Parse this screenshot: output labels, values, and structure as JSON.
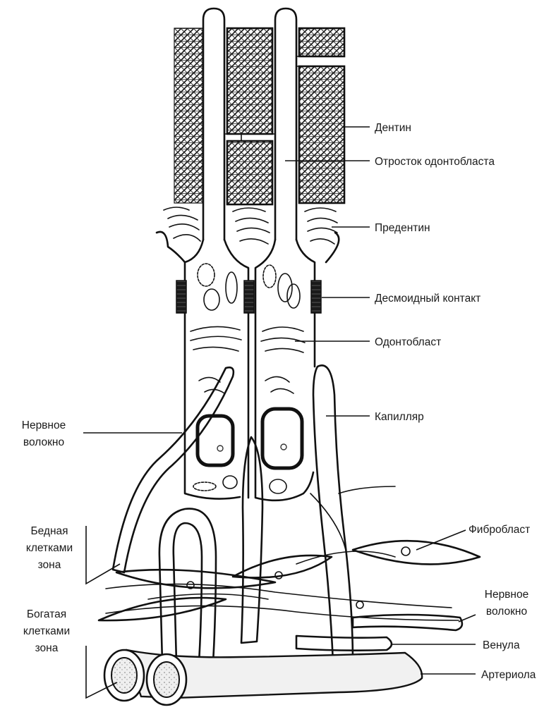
{
  "labels": {
    "dentin": "Дентин",
    "odontoblast_process": "Отросток одонтобласта",
    "predentin": "Предентин",
    "desmoid_contact": "Десмоидный контакт",
    "odontoblast": "Одонтобласт",
    "capillary": "Капилляр",
    "nerve_fiber_left": [
      "Нервное",
      "волокно"
    ],
    "fibroblast": "Фибробласт",
    "cell_poor_zone": [
      "Бедная",
      "клетками",
      "зона"
    ],
    "nerve_fiber_right": [
      "Нервное",
      "волокно"
    ],
    "cell_rich_zone": [
      "Богатая",
      "клетками",
      "зона"
    ],
    "venule": "Венула",
    "arteriole": "Артериола"
  }
}
